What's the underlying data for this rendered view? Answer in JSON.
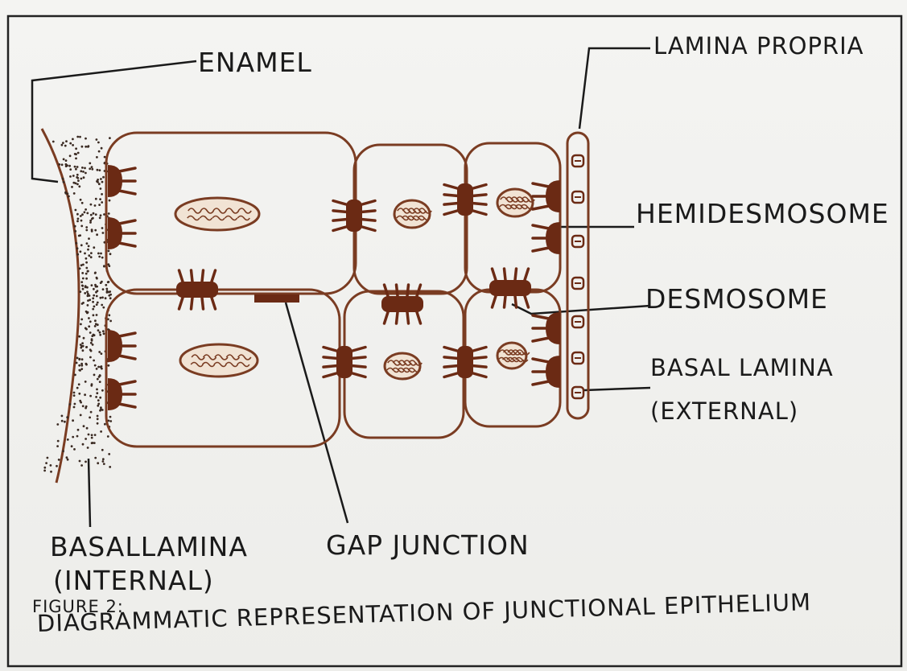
{
  "diagram": {
    "labels": {
      "enamel": "ENAMEL",
      "lamina_propria": "LAMINA PROPRIA",
      "hemidesmosome": "HEMIDESMOSOME",
      "desmosome": "DESMOSOME",
      "basal_lamina_external_1": "BASAL LAMINA",
      "basal_lamina_external_2": "(EXTERNAL)",
      "basal_lamina_internal_1": "BASALLAMINA",
      "basal_lamina_internal_2": "(INTERNAL)",
      "gap_junction": "GAP JUNCTION"
    },
    "caption": {
      "figure": "FIGURE 2:",
      "title": "DIAGRAMMATIC REPRESENTATION OF JUNCTIONAL EPITHELIUM"
    },
    "colors": {
      "ink": "#1a1a1a",
      "cell_outline": "#7a3c22",
      "junction": "#6b2a14",
      "nucleus_fill": "#f1e3d4",
      "stipple": "#3a2a22"
    }
  }
}
